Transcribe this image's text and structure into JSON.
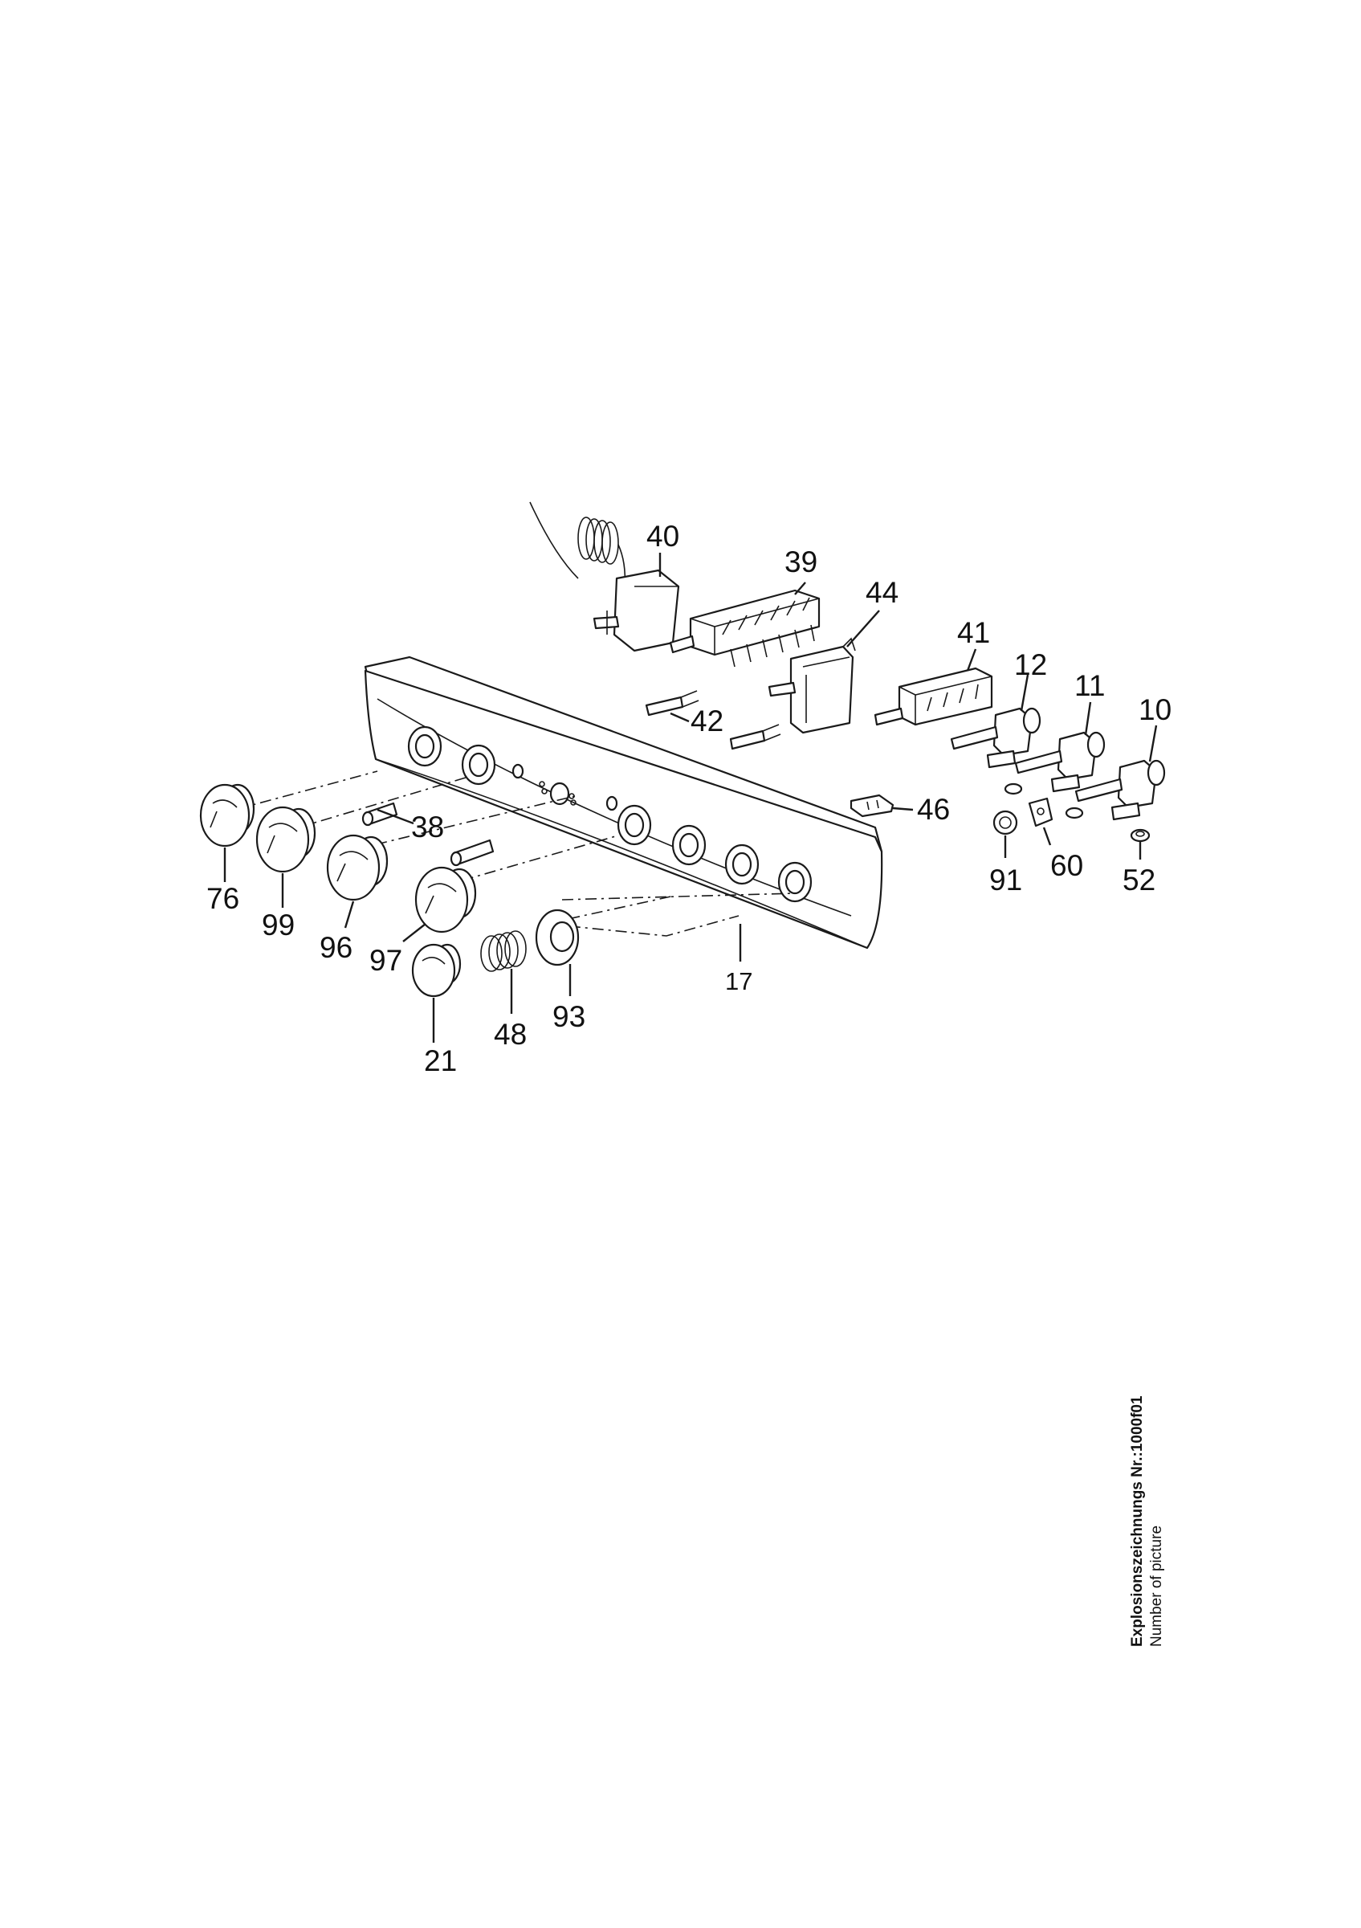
{
  "callouts": {
    "c10": "10",
    "c11": "11",
    "c12": "12",
    "c17": "17",
    "c21": "21",
    "c38": "38",
    "c39": "39",
    "c40": "40",
    "c41": "41",
    "c42": "42",
    "c44": "44",
    "c46": "46",
    "c48": "48",
    "c52": "52",
    "c60": "60",
    "c76": "76",
    "c91": "91",
    "c93": "93",
    "c96": "96",
    "c97": "97",
    "c99": "99"
  },
  "caption": {
    "title": "Explosionszeichnungs Nr.:1000f01",
    "subtitle": "Number of picture"
  }
}
